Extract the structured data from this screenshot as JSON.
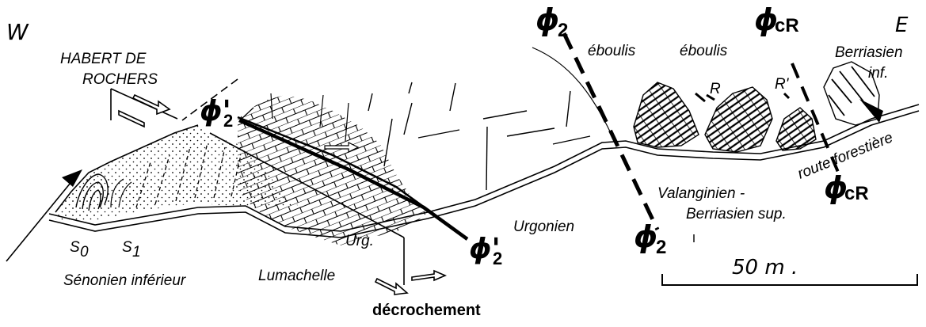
{
  "orientation": {
    "west": "W",
    "east": "E"
  },
  "place_name": {
    "line1": "HABERT DE",
    "line2": "ROCHERS"
  },
  "faults": {
    "phi_prime_2_top": {
      "symbol": "ϕ'",
      "sub": "2"
    },
    "phi_prime_2_bottom": {
      "symbol": "ϕ'",
      "sub": "2"
    },
    "phi2_top": {
      "symbol": "ϕ",
      "sub": "2"
    },
    "phi2_bottom": {
      "symbol": "ϕ",
      "sub": "2"
    },
    "phicr_top": {
      "symbol": "ϕ",
      "sub": "cR"
    },
    "phicr_bottom": {
      "symbol": "ϕ",
      "sub": "cR"
    }
  },
  "labels": {
    "eboulis_1": "éboulis",
    "eboulis_2": "éboulis",
    "berriasien_inf_1": "Berriasien",
    "berriasien_inf_2": "inf.",
    "r": "R",
    "r_prime": "R'",
    "route_forestiere": "route forestière",
    "valanginien_1": "Valanginien -",
    "valanginien_2": "Berriasien sup.",
    "urgonien": "Urgonien",
    "urg": "Urg.",
    "lumachelle": "Lumachelle",
    "senonien": "Sénonien inférieur",
    "s0": "S",
    "s0_sub": "0",
    "s1": "S",
    "s1_sub": "1",
    "decrochement": "décrochement"
  },
  "scale_bar": {
    "label": "50 m ."
  }
}
